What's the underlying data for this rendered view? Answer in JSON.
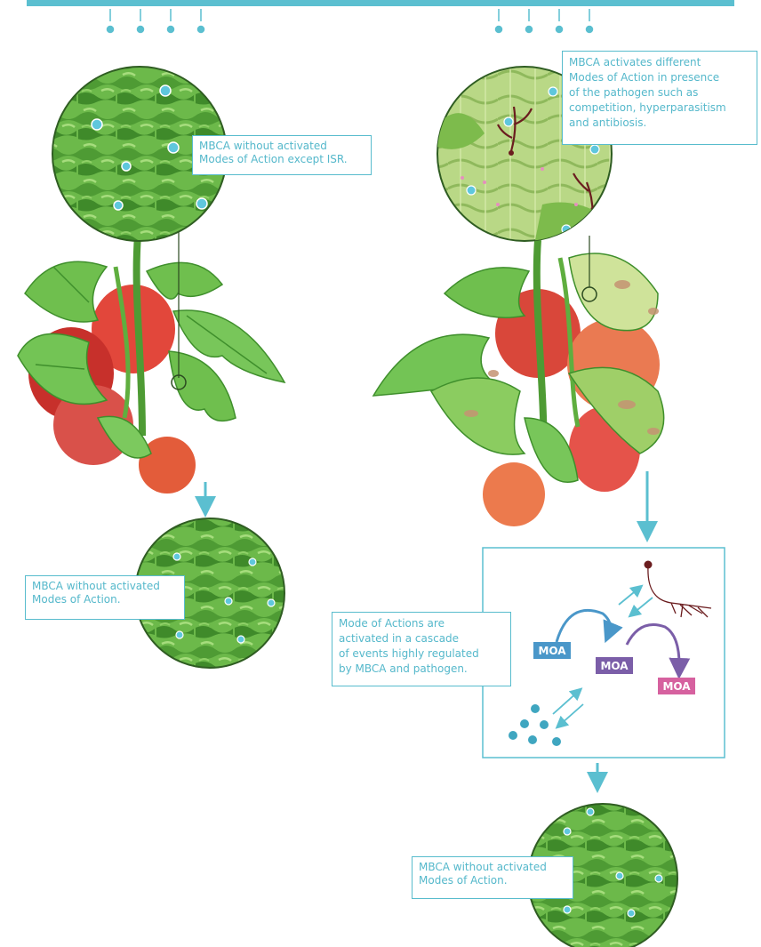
{
  "colors": {
    "accent": "#5bbfd0",
    "leaf_green": "#6fbf4e",
    "leaf_dark": "#3f8f2c",
    "tomato_red": "#d9473a",
    "tomato_orange": "#ec7a4d",
    "moa_blue": "#4a97c9",
    "moa_purple": "#7b5ea8",
    "moa_pink": "#d6619f",
    "pathogen": "#6b1d1f"
  },
  "callouts": {
    "left_top": [
      "MBCA without activated",
      "Modes of Action except ISR."
    ],
    "right_top": [
      "MBCA activates different",
      "Modes of Action in presence",
      "of the pathogen such as",
      "competition, hyperparasitism",
      "and antibiosis."
    ],
    "left_bottom": [
      "MBCA without activated",
      "Modes of Action."
    ],
    "cascade": [
      "Mode of Actions are",
      "activated in a cascade",
      "of events highly regulated",
      "by MBCA and pathogen."
    ],
    "right_bottom": [
      "MBCA without activated",
      "Modes of Action."
    ]
  },
  "moa_labels": {
    "blue": "MOA",
    "purple": "MOA",
    "pink": "MOA"
  }
}
